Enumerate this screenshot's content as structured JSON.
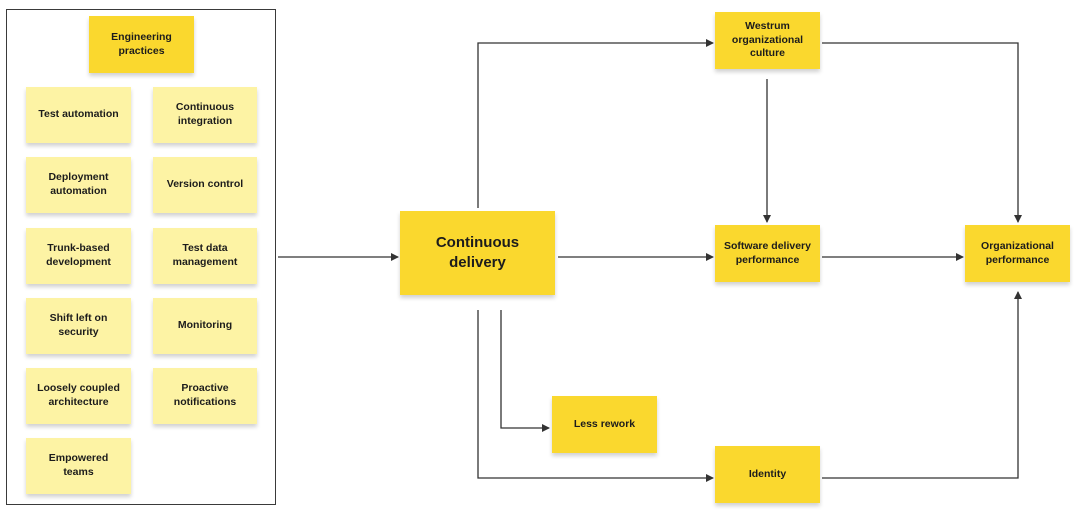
{
  "engineering": {
    "header": "Engineering practices",
    "practices": [
      "Test automation",
      "Continuous integration",
      "Deployment automation",
      "Version control",
      "Trunk-based development",
      "Test data management",
      "Shift left on security",
      "Monitoring",
      "Loosely coupled architecture",
      "Proactive notifications",
      "Empowered teams"
    ]
  },
  "nodes": {
    "continuous_delivery": "Continuous delivery",
    "westrum": "Westrum organizational culture",
    "software_delivery": "Software delivery performance",
    "organizational": "Organizational performance",
    "less_rework": "Less rework",
    "identity": "Identity"
  },
  "colors": {
    "note_pale": "#fdf3a4",
    "note_strong": "#fad82e",
    "line": "#333333"
  }
}
